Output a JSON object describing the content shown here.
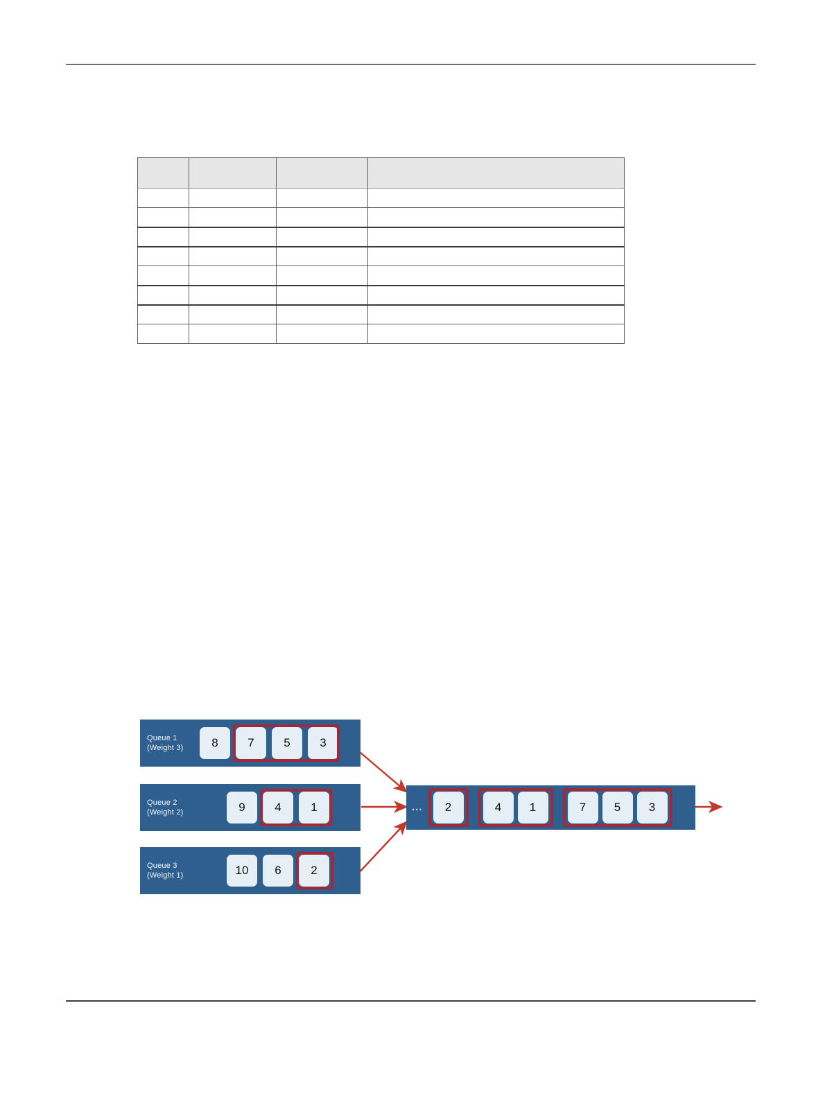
{
  "page": {
    "header_rule": true,
    "footer_rule": true,
    "background_color": "#ffffff"
  },
  "table": {
    "header_fill": "#e6e6e6",
    "border_color": "#5f5f5f",
    "columns": [
      "",
      "",
      "",
      ""
    ],
    "rows": [
      [
        "",
        "",
        "",
        ""
      ],
      [
        "",
        "",
        "",
        ""
      ],
      [
        "",
        "",
        "",
        ""
      ],
      [
        "",
        "",
        "",
        ""
      ],
      [
        "",
        "",
        "",
        ""
      ],
      [
        "",
        "",
        "",
        ""
      ],
      [
        "",
        "",
        "",
        ""
      ],
      [
        "",
        "",
        "",
        ""
      ]
    ]
  },
  "diagram": {
    "title": "weighted-round-robin-scheduling",
    "colors": {
      "queue_fill": "#2f5f8f",
      "cell_fill": "#e6eff6",
      "selection_box": "#9e2a3a",
      "arrow": "#c0392b",
      "cell_text": "#111111",
      "label_text": "#f2f6fa"
    },
    "queues": [
      {
        "name_line1": "Queue 1",
        "name_line2": "(Weight 3)",
        "weight": 3,
        "cells": [
          "8",
          "7",
          "5",
          "3"
        ],
        "selected_cells": [
          "7",
          "5",
          "3"
        ]
      },
      {
        "name_line1": "Queue 2",
        "name_line2": "(Weight 2)",
        "weight": 2,
        "cells": [
          "9",
          "4",
          "1"
        ],
        "selected_cells": [
          "4",
          "1"
        ]
      },
      {
        "name_line1": "Queue 3",
        "name_line2": "(Weight 1)",
        "weight": 1,
        "cells": [
          "10",
          "6",
          "2"
        ],
        "selected_cells": [
          "2"
        ]
      }
    ],
    "output": {
      "ellipsis": "...",
      "groups": [
        {
          "source": "Queue 3",
          "cells": [
            "2"
          ]
        },
        {
          "source": "Queue 2",
          "cells": [
            "4",
            "1"
          ]
        },
        {
          "source": "Queue 1",
          "cells": [
            "7",
            "5",
            "3"
          ]
        }
      ]
    },
    "arrow_count": 4
  }
}
